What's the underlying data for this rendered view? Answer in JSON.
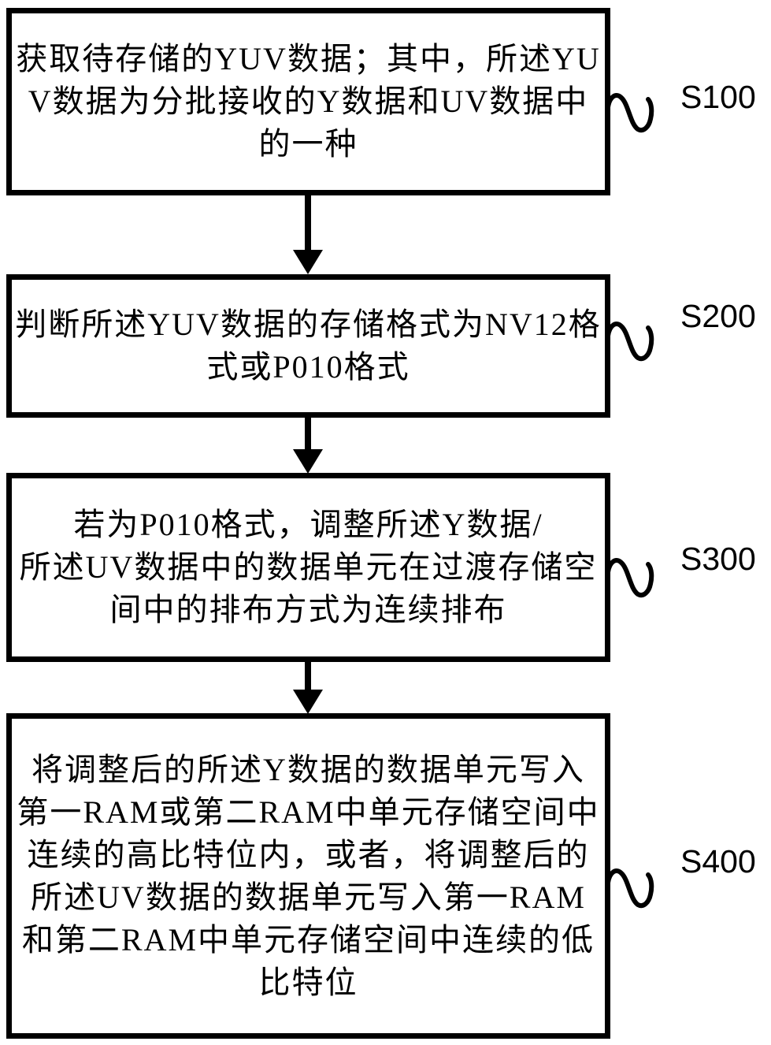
{
  "flowchart": {
    "title": "YUV data storage method flowchart",
    "colors": {
      "stroke": "#000000",
      "background": "#ffffff"
    },
    "steps": [
      {
        "label": "S100",
        "lines": [
          "获取待存储的YUV数据；其中，所述YU",
          "V数据为分批接收的Y数据和UV数据中",
          "的一种"
        ],
        "text": "获取待存储的YUV数据；其中，所述YUV数据为分批接收的Y数据和UV数据中的一种"
      },
      {
        "label": "S200",
        "lines": [
          "判断所述YUV数据的存储格式为NV12格",
          "式或P010格式"
        ],
        "text": "判断所述YUV数据的存储格式为NV12格式或P010格式"
      },
      {
        "label": "S300",
        "lines": [
          "若为P010格式，调整所述Y数据/",
          "所述UV数据中的数据单元在过渡存储空",
          "间中的排布方式为连续排布"
        ],
        "text": "若为P010格式，调整所述Y数据/所述UV数据中的数据单元在过渡存储空间中的排布方式为连续排布"
      },
      {
        "label": "S400",
        "lines": [
          "将调整后的所述Y数据的数据单元写入",
          "第一RAM或第二RAM中单元存储空间中",
          "连续的高比特位内，或者，将调整后的",
          "所述UV数据的数据单元写入第一RAM",
          "和第二RAM中单元存储空间中连续的低",
          "比特位"
        ],
        "text": "将调整后的所述Y数据的数据单元写入第一RAM或第二RAM中单元存储空间中连续的高比特位内，或者，将调整后的所述UV数据的数据单元写入第一RAM和第二RAM中单元存储空间中连续的低比特位"
      }
    ]
  }
}
